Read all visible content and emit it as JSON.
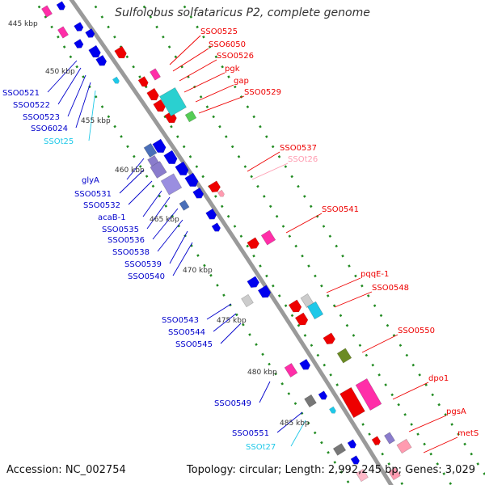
{
  "title": "Sulfolobus solfataricus P2, complete genome",
  "footer": {
    "accession": "Accession: NC_002754",
    "summary": "Topology: circular; Length: 2,992,245 bp; Genes: 3,029"
  },
  "colors": {
    "backbone": "#8c8c8c",
    "dotted_track": "#228b22",
    "reverse_gene": "#0000ee",
    "forward_gene": "#ee0000",
    "rna_forward": "#ff9bb0",
    "rna_reverse": "#1ec8e8",
    "label_forward": "#ee0000",
    "label_reverse": "#0000cc"
  },
  "kbp_ticks": [
    "445 kbp",
    "450 kbp",
    "455 kbp",
    "460 kbp",
    "465 kbp",
    "470 kbp",
    "475 kbp",
    "480 kbp",
    "485 kbp"
  ],
  "left_labels": [
    "SSO0521",
    "SSO0522",
    "SSO0523",
    "SSO6024",
    "SSOt25",
    "glyA",
    "SSO0531",
    "SSO0532",
    "acaB-1",
    "SSO0535",
    "SSO0536",
    "SSO0538",
    "SSO0539",
    "SSO0540",
    "SSO0543",
    "SSO0544",
    "SSO0545",
    "SSO0549",
    "SSO0551",
    "SSOt27"
  ],
  "right_labels": [
    "SSO0525",
    "SSO6050",
    "SSO0526",
    "pgk",
    "gap",
    "SSO0529",
    "SSO0537",
    "SSOt26",
    "SSO0541",
    "pqqE-1",
    "SSO0548",
    "SSO0550",
    "dpo1",
    "pgsA",
    "metS"
  ]
}
